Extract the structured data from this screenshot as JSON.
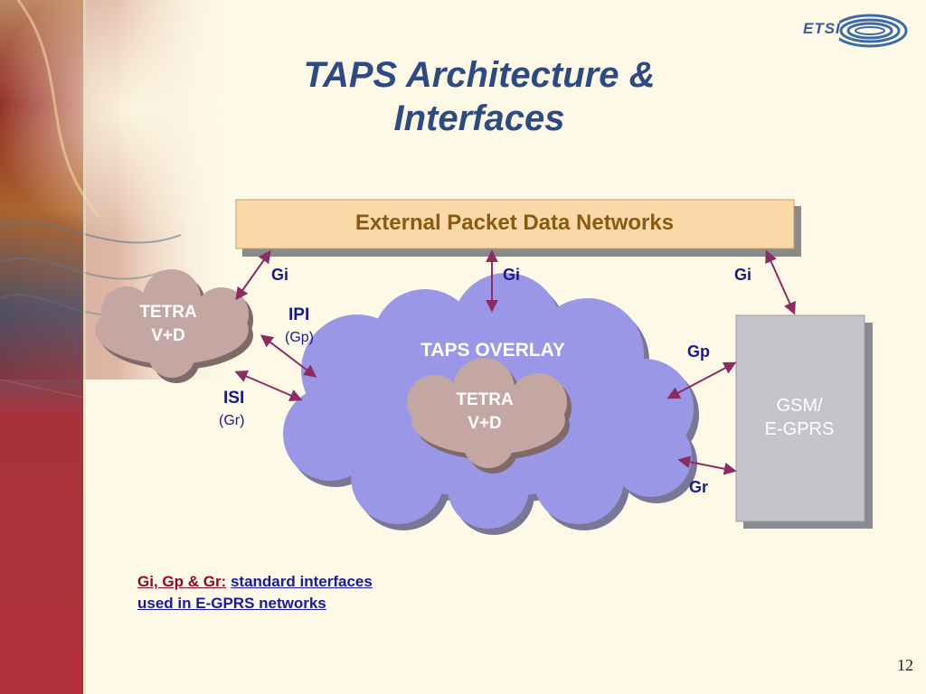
{
  "slide": {
    "title_line1": "TAPS Architecture &",
    "title_line2": "Interfaces",
    "page_number": "12",
    "logo_text": "ETSI"
  },
  "diagram": {
    "external_networks": "External Packet Data Networks",
    "taps_overlay": "TAPS OVERLAY",
    "tetra_left_line1": "TETRA",
    "tetra_left_line2": "V+D",
    "tetra_inner_line1": "TETRA",
    "tetra_inner_line2": "V+D",
    "gsm_line1": "GSM/",
    "gsm_line2": "E-GPRS",
    "gi_left": "Gi",
    "gi_center": "Gi",
    "gi_right": "Gi",
    "ipi": "IPI",
    "ipi_sub": "(Gp)",
    "isi": "ISI",
    "isi_sub": "(Gr)",
    "gp": "Gp",
    "gr": "Gr"
  },
  "footnote": {
    "label": "Gi, Gp & Gr:",
    "text_line1": "standard interfaces",
    "text_line2": "used in E-GPRS networks"
  },
  "colors": {
    "background": "#fdf9e6",
    "title": "#2e4a84",
    "cloud_overlay": "#9a98e6",
    "cloud_tetra": "#c4a6a2",
    "arrow": "#8c2c62",
    "gsm_box": "#c2c2c8",
    "ext_box": "#fbd8a8",
    "ext_text": "#8a5a12"
  }
}
